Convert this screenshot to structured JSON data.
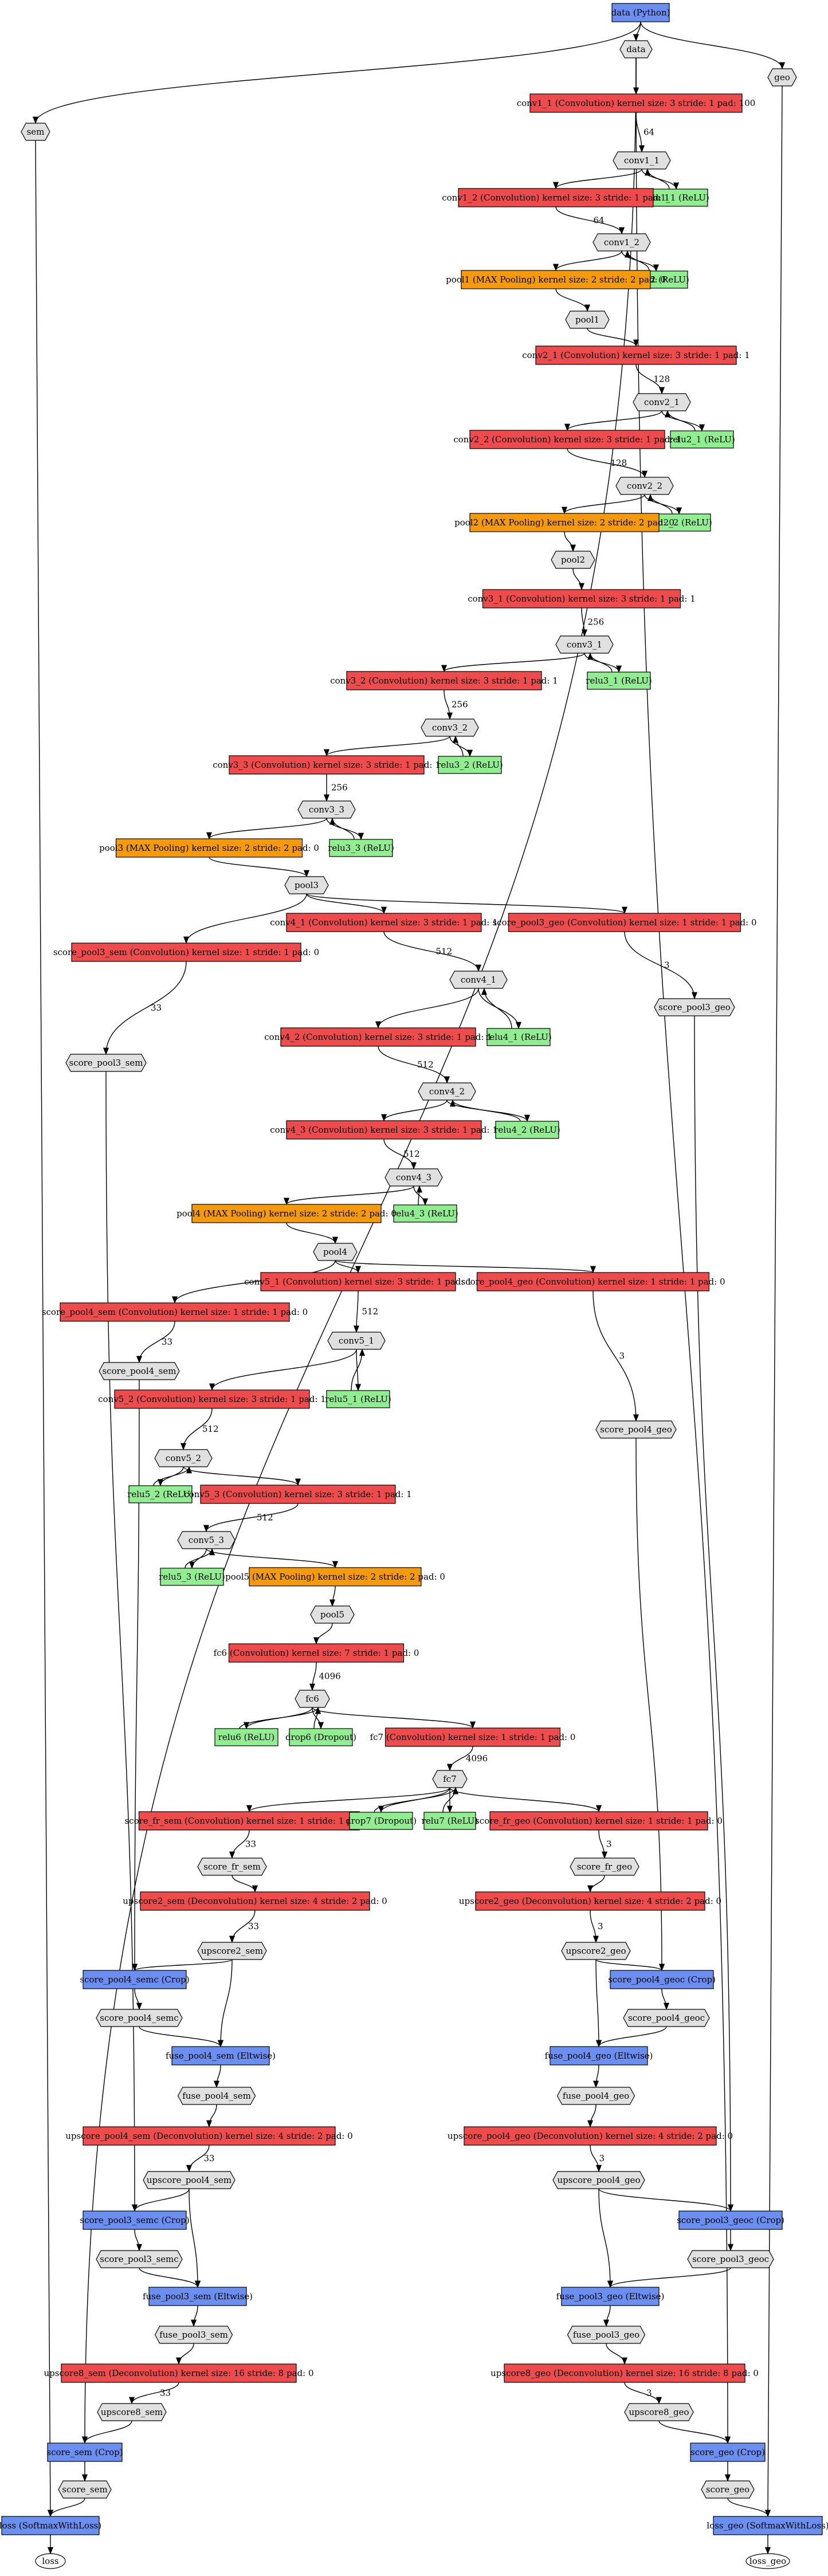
{
  "colors": {
    "conv": "#ee4c4c",
    "relu": "#90ee90",
    "pool": "#f59a0a",
    "crop": "#6b8ff0",
    "eltwise": "#6b8ff0",
    "blob": "#e0e0e0",
    "data_layer": "#6b8ff0",
    "dropout": "#90ee90",
    "stroke": "#000000"
  },
  "nodes": [
    {
      "id": "data_layer",
      "label": "data (Python)",
      "kind": "layer"
    },
    {
      "id": "data",
      "label": "data",
      "kind": "blob"
    },
    {
      "id": "sem",
      "label": "sem",
      "kind": "blob"
    },
    {
      "id": "geo",
      "label": "geo",
      "kind": "blob"
    },
    {
      "id": "conv1_1_L",
      "label": "conv1_1 (Convolution) kernel size: 3 stride: 1 pad: 100",
      "kind": "layer"
    },
    {
      "id": "conv1_1",
      "label": "conv1_1",
      "kind": "blob"
    },
    {
      "id": "relu1_1",
      "label": "relu1_1 (ReLU)",
      "kind": "layer"
    },
    {
      "id": "conv1_2_L",
      "label": "conv1_2 (Convolution) kernel size: 3 stride: 1 pad: 1",
      "kind": "layer"
    },
    {
      "id": "conv1_2",
      "label": "conv1_2",
      "kind": "blob"
    },
    {
      "id": "relu1_2",
      "label": "relu1_2 (ReLU)",
      "kind": "layer"
    },
    {
      "id": "pool1_L",
      "label": "pool1 (MAX Pooling) kernel size: 2 stride: 2 pad: 0",
      "kind": "layer"
    },
    {
      "id": "pool1",
      "label": "pool1",
      "kind": "blob"
    },
    {
      "id": "conv2_1_L",
      "label": "conv2_1 (Convolution) kernel size: 3 stride: 1 pad: 1",
      "kind": "layer"
    },
    {
      "id": "conv2_1",
      "label": "conv2_1",
      "kind": "blob"
    },
    {
      "id": "relu2_1",
      "label": "relu2_1 (ReLU)",
      "kind": "layer"
    },
    {
      "id": "conv2_2_L",
      "label": "conv2_2 (Convolution) kernel size: 3 stride: 1 pad: 1",
      "kind": "layer"
    },
    {
      "id": "conv2_2",
      "label": "conv2_2",
      "kind": "blob"
    },
    {
      "id": "relu2_2",
      "label": "relu2_2 (ReLU)",
      "kind": "layer"
    },
    {
      "id": "pool2_L",
      "label": "pool2 (MAX Pooling) kernel size: 2 stride: 2 pad: 0",
      "kind": "layer"
    },
    {
      "id": "pool2",
      "label": "pool2",
      "kind": "blob"
    },
    {
      "id": "conv3_1_L",
      "label": "conv3_1 (Convolution) kernel size: 3 stride: 1 pad: 1",
      "kind": "layer"
    },
    {
      "id": "conv3_1",
      "label": "conv3_1",
      "kind": "blob"
    },
    {
      "id": "relu3_1",
      "label": "relu3_1 (ReLU)",
      "kind": "layer"
    },
    {
      "id": "conv3_2_L",
      "label": "conv3_2 (Convolution) kernel size: 3 stride: 1 pad: 1",
      "kind": "layer"
    },
    {
      "id": "conv3_2",
      "label": "conv3_2",
      "kind": "blob"
    },
    {
      "id": "relu3_2",
      "label": "relu3_2 (ReLU)",
      "kind": "layer"
    },
    {
      "id": "conv3_3_L",
      "label": "conv3_3 (Convolution) kernel size: 3 stride: 1 pad: 1",
      "kind": "layer"
    },
    {
      "id": "conv3_3",
      "label": "conv3_3",
      "kind": "blob"
    },
    {
      "id": "relu3_3",
      "label": "relu3_3 (ReLU)",
      "kind": "layer"
    },
    {
      "id": "pool3_L",
      "label": "pool3 (MAX Pooling) kernel size: 2 stride: 2 pad: 0",
      "kind": "layer"
    },
    {
      "id": "pool3",
      "label": "pool3",
      "kind": "blob"
    },
    {
      "id": "conv4_1_L",
      "label": "conv4_1 (Convolution) kernel size: 3 stride: 1 pad: 1",
      "kind": "layer"
    },
    {
      "id": "score_pool3_geo_L",
      "label": "score_pool3_geo (Convolution) kernel size: 1 stride: 1 pad: 0",
      "kind": "layer"
    },
    {
      "id": "score_pool3_sem_L",
      "label": "score_pool3_sem (Convolution) kernel size: 1 stride: 1 pad: 0",
      "kind": "layer"
    },
    {
      "id": "conv4_1",
      "label": "conv4_1",
      "kind": "blob"
    },
    {
      "id": "score_pool3_geo",
      "label": "score_pool3_geo",
      "kind": "blob"
    },
    {
      "id": "score_pool3_sem",
      "label": "score_pool3_sem",
      "kind": "blob"
    },
    {
      "id": "relu4_1",
      "label": "relu4_1 (ReLU)",
      "kind": "layer"
    },
    {
      "id": "conv4_2_L",
      "label": "conv4_2 (Convolution) kernel size: 3 stride: 1 pad: 1",
      "kind": "layer"
    },
    {
      "id": "conv4_2",
      "label": "conv4_2",
      "kind": "blob"
    },
    {
      "id": "relu4_2",
      "label": "relu4_2 (ReLU)",
      "kind": "layer"
    },
    {
      "id": "conv4_3_L",
      "label": "conv4_3 (Convolution) kernel size: 3 stride: 1 pad: 1",
      "kind": "layer"
    },
    {
      "id": "conv4_3",
      "label": "conv4_3",
      "kind": "blob"
    },
    {
      "id": "relu4_3",
      "label": "relu4_3 (ReLU)",
      "kind": "layer"
    },
    {
      "id": "pool4_L",
      "label": "pool4 (MAX Pooling) kernel size: 2 stride: 2 pad: 0",
      "kind": "layer"
    },
    {
      "id": "pool4",
      "label": "pool4",
      "kind": "blob"
    },
    {
      "id": "conv5_1_L",
      "label": "conv5_1 (Convolution) kernel size: 3 stride: 1 pad: 1",
      "kind": "layer"
    },
    {
      "id": "score_pool4_sem_L",
      "label": "score_pool4_sem (Convolution) kernel size: 1 stride: 1 pad: 0",
      "kind": "layer"
    },
    {
      "id": "score_pool4_geo_L",
      "label": "score_pool4_geo (Convolution) kernel size: 1 stride: 1 pad: 0",
      "kind": "layer"
    },
    {
      "id": "conv5_1",
      "label": "conv5_1",
      "kind": "blob"
    },
    {
      "id": "score_pool4_sem",
      "label": "score_pool4_sem",
      "kind": "blob"
    },
    {
      "id": "relu5_1",
      "label": "relu5_1 (ReLU)",
      "kind": "layer"
    },
    {
      "id": "score_pool4_geo",
      "label": "score_pool4_geo",
      "kind": "blob"
    },
    {
      "id": "conv5_2_L",
      "label": "conv5_2 (Convolution) kernel size: 3 stride: 1 pad: 1",
      "kind": "layer"
    },
    {
      "id": "conv5_2",
      "label": "conv5_2",
      "kind": "blob"
    },
    {
      "id": "relu5_2",
      "label": "relu5_2 (ReLU)",
      "kind": "layer"
    },
    {
      "id": "conv5_3_L",
      "label": "conv5_3 (Convolution) kernel size: 3 stride: 1 pad: 1",
      "kind": "layer"
    },
    {
      "id": "conv5_3",
      "label": "conv5_3",
      "kind": "blob"
    },
    {
      "id": "relu5_3",
      "label": "relu5_3 (ReLU)",
      "kind": "layer"
    },
    {
      "id": "pool5_L",
      "label": "pool5 (MAX Pooling) kernel size: 2 stride: 2 pad: 0",
      "kind": "layer"
    },
    {
      "id": "pool5",
      "label": "pool5",
      "kind": "blob"
    },
    {
      "id": "fc6_L",
      "label": "fc6 (Convolution) kernel size: 7 stride: 1 pad: 0",
      "kind": "layer"
    },
    {
      "id": "fc6",
      "label": "fc6",
      "kind": "blob"
    },
    {
      "id": "relu6",
      "label": "relu6 (ReLU)",
      "kind": "layer"
    },
    {
      "id": "drop6",
      "label": "drop6 (Dropout)",
      "kind": "layer"
    },
    {
      "id": "fc7_L",
      "label": "fc7 (Convolution) kernel size: 1 stride: 1 pad: 0",
      "kind": "layer"
    },
    {
      "id": "fc7",
      "label": "fc7",
      "kind": "blob"
    },
    {
      "id": "score_fr_sem_L",
      "label": "score_fr_sem (Convolution) kernel size: 1 stride: 1 pad: 0",
      "kind": "layer"
    },
    {
      "id": "drop7",
      "label": "drop7 (Dropout)",
      "kind": "layer"
    },
    {
      "id": "relu7",
      "label": "relu7 (ReLU)",
      "kind": "layer"
    },
    {
      "id": "score_fr_geo_L",
      "label": "score_fr_geo (Convolution) kernel size: 1 stride: 1 pad: 0",
      "kind": "layer"
    },
    {
      "id": "score_fr_sem",
      "label": "score_fr_sem",
      "kind": "blob"
    },
    {
      "id": "score_fr_geo",
      "label": "score_fr_geo",
      "kind": "blob"
    },
    {
      "id": "upscore2_sem_L",
      "label": "upscore2_sem (Deconvolution) kernel size: 4 stride: 2 pad: 0",
      "kind": "layer"
    },
    {
      "id": "upscore2_geo_L",
      "label": "upscore2_geo (Deconvolution) kernel size: 4 stride: 2 pad: 0",
      "kind": "layer"
    },
    {
      "id": "upscore2_sem",
      "label": "upscore2_sem",
      "kind": "blob"
    },
    {
      "id": "upscore2_geo",
      "label": "upscore2_geo",
      "kind": "blob"
    },
    {
      "id": "score_pool4_semc_L",
      "label": "score_pool4_semc (Crop)",
      "kind": "layer"
    },
    {
      "id": "score_pool4_geoc_L",
      "label": "score_pool4_geoc (Crop)",
      "kind": "layer"
    },
    {
      "id": "score_pool4_semc",
      "label": "score_pool4_semc",
      "kind": "blob"
    },
    {
      "id": "score_pool4_geoc",
      "label": "score_pool4_geoc",
      "kind": "blob"
    },
    {
      "id": "fuse_pool4_sem_L",
      "label": "fuse_pool4_sem (Eltwise)",
      "kind": "layer"
    },
    {
      "id": "fuse_pool4_geo_L",
      "label": "fuse_pool4_geo (Eltwise)",
      "kind": "layer"
    },
    {
      "id": "fuse_pool4_sem",
      "label": "fuse_pool4_sem",
      "kind": "blob"
    },
    {
      "id": "fuse_pool4_geo",
      "label": "fuse_pool4_geo",
      "kind": "blob"
    },
    {
      "id": "upscore_pool4_sem_L",
      "label": "upscore_pool4_sem (Deconvolution) kernel size: 4 stride: 2 pad: 0",
      "kind": "layer"
    },
    {
      "id": "upscore_pool4_geo_L",
      "label": "upscore_pool4_geo (Deconvolution) kernel size: 4 stride: 2 pad: 0",
      "kind": "layer"
    },
    {
      "id": "upscore_pool4_sem",
      "label": "upscore_pool4_sem",
      "kind": "blob"
    },
    {
      "id": "upscore_pool4_geo",
      "label": "upscore_pool4_geo",
      "kind": "blob"
    },
    {
      "id": "score_pool3_semc_L",
      "label": "score_pool3_semc (Crop)",
      "kind": "layer"
    },
    {
      "id": "score_pool3_geoc_L",
      "label": "score_pool3_geoc (Crop)",
      "kind": "layer"
    },
    {
      "id": "score_pool3_semc",
      "label": "score_pool3_semc",
      "kind": "blob"
    },
    {
      "id": "score_pool3_geoc",
      "label": "score_pool3_geoc",
      "kind": "blob"
    },
    {
      "id": "fuse_pool3_sem_L",
      "label": "fuse_pool3_sem (Eltwise)",
      "kind": "layer"
    },
    {
      "id": "fuse_pool3_geo_L",
      "label": "fuse_pool3_geo (Eltwise)",
      "kind": "layer"
    },
    {
      "id": "fuse_pool3_sem",
      "label": "fuse_pool3_sem",
      "kind": "blob"
    },
    {
      "id": "fuse_pool3_geo",
      "label": "fuse_pool3_geo",
      "kind": "blob"
    },
    {
      "id": "upscore8_sem_L",
      "label": "upscore8_sem (Deconvolution) kernel size: 16 stride: 8 pad: 0",
      "kind": "layer"
    },
    {
      "id": "upscore8_geo_L",
      "label": "upscore8_geo (Deconvolution) kernel size: 16 stride: 8 pad: 0",
      "kind": "layer"
    },
    {
      "id": "upscore8_sem",
      "label": "upscore8_sem",
      "kind": "blob"
    },
    {
      "id": "upscore8_geo",
      "label": "upscore8_geo",
      "kind": "blob"
    },
    {
      "id": "score_sem_L",
      "label": "score_sem (Crop)",
      "kind": "layer"
    },
    {
      "id": "score_geo_L",
      "label": "score_geo (Crop)",
      "kind": "layer"
    },
    {
      "id": "score_sem",
      "label": "score_sem",
      "kind": "blob"
    },
    {
      "id": "score_geo",
      "label": "score_geo",
      "kind": "blob"
    },
    {
      "id": "loss_L",
      "label": "loss (SoftmaxWithLoss)",
      "kind": "layer"
    },
    {
      "id": "loss_geo_L",
      "label": "loss_geo (SoftmaxWithLoss)",
      "kind": "layer"
    },
    {
      "id": "loss",
      "label": "loss",
      "kind": "blob"
    },
    {
      "id": "loss_geo",
      "label": "loss_geo",
      "kind": "blob"
    }
  ],
  "edge_labels": {
    "conv1_1": "64",
    "conv1_2": "64",
    "conv2_1": "128",
    "conv2_2": "128",
    "conv3_1": "256",
    "conv3_2": "256",
    "conv3_3": "256",
    "conv4_1": "512",
    "conv4_2": "512",
    "conv4_3": "512",
    "conv5_1": "512",
    "conv5_2": "512",
    "conv5_3": "512",
    "fc6": "4096",
    "fc7": "4096",
    "score_pool3_sem": "33",
    "score_pool3_geo": "3",
    "score_pool4_sem": "33",
    "score_pool4_geo": "3",
    "score_fr_sem": "33",
    "score_fr_geo": "3",
    "upscore2_sem": "33",
    "upscore2_geo": "3",
    "upscore_pool4_sem": "33",
    "upscore_pool4_geo": "3",
    "upscore8_sem": "33",
    "upscore8_geo": "3"
  }
}
